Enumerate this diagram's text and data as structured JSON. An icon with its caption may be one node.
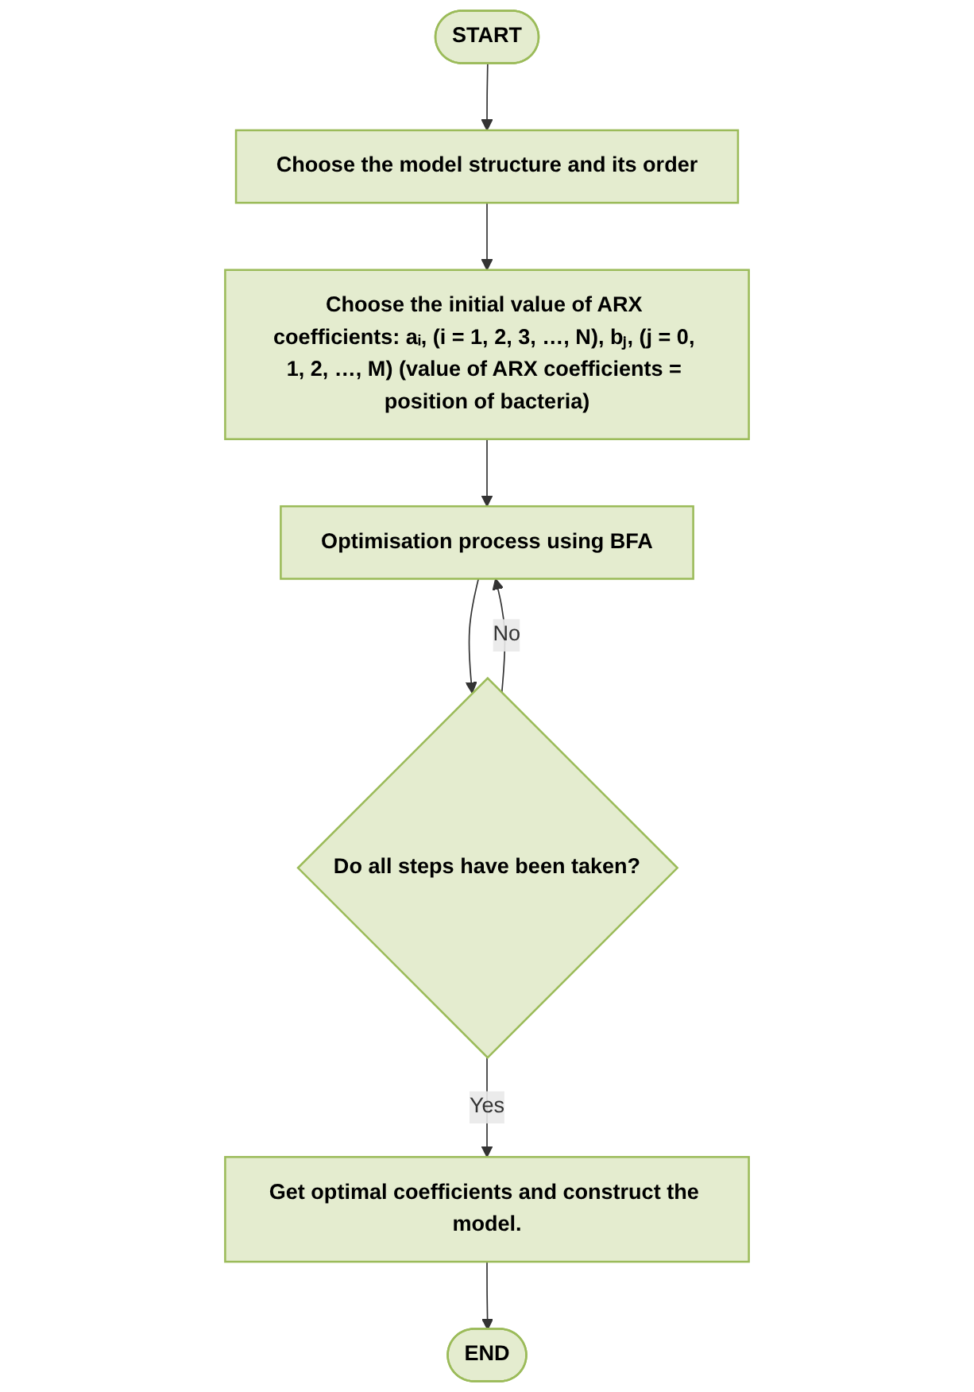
{
  "diagram": {
    "nodes": [
      {
        "text": [
          "START"
        ]
      },
      {
        "text": [
          "Choose the model structure and its order"
        ]
      },
      {
        "text": [
          "Choose the initial value of ARX coefficients: aᵢ, (i = 1, 2, 3, …, N), bⱼ, (j = 0, 1, 2, …, M) (value of ARX coefficients = position of bacteria)"
        ]
      },
      {
        "text": [
          "Optimisation process using BFA"
        ]
      },
      {
        "text": [
          "Do all steps have been taken?"
        ]
      },
      {
        "text": [
          "Get optimal coefficients and construct the model."
        ]
      },
      {
        "text": [
          "END"
        ]
      }
    ],
    "edges": [
      {
        "from": 0,
        "to": 1,
        "arrow": "to"
      },
      {
        "from": 1,
        "to": 2,
        "arrow": "to"
      },
      {
        "from": 2,
        "to": 3,
        "arrow": "to"
      },
      {
        "from": 3,
        "to": 4,
        "arrow": "to"
      },
      {
        "from": 4,
        "to": 3,
        "arrow": "to",
        "label": "No"
      },
      {
        "from": 4,
        "to": 5,
        "arrow": "to",
        "label": "Yes"
      },
      {
        "from": 5,
        "to": 6,
        "arrow": "to"
      }
    ]
  }
}
